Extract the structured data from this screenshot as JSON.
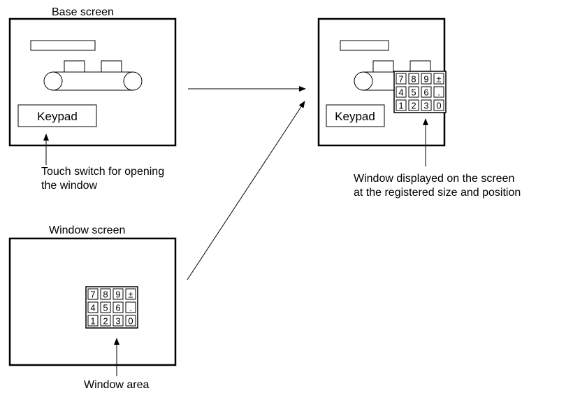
{
  "labels": {
    "base_screen_title": "Base screen",
    "window_screen_title": "Window screen",
    "touch_switch_line1": "Touch switch for opening",
    "touch_switch_line2": "the window",
    "window_displayed_line1": "Window displayed on the screen",
    "window_displayed_line2": "at the registered size and position",
    "window_area": "Window area",
    "keypad_button": "Keypad"
  },
  "keypad_keys": [
    [
      "7",
      "8",
      "9",
      "±"
    ],
    [
      "4",
      "5",
      "6",
      "."
    ],
    [
      "1",
      "2",
      "3",
      "0"
    ]
  ]
}
